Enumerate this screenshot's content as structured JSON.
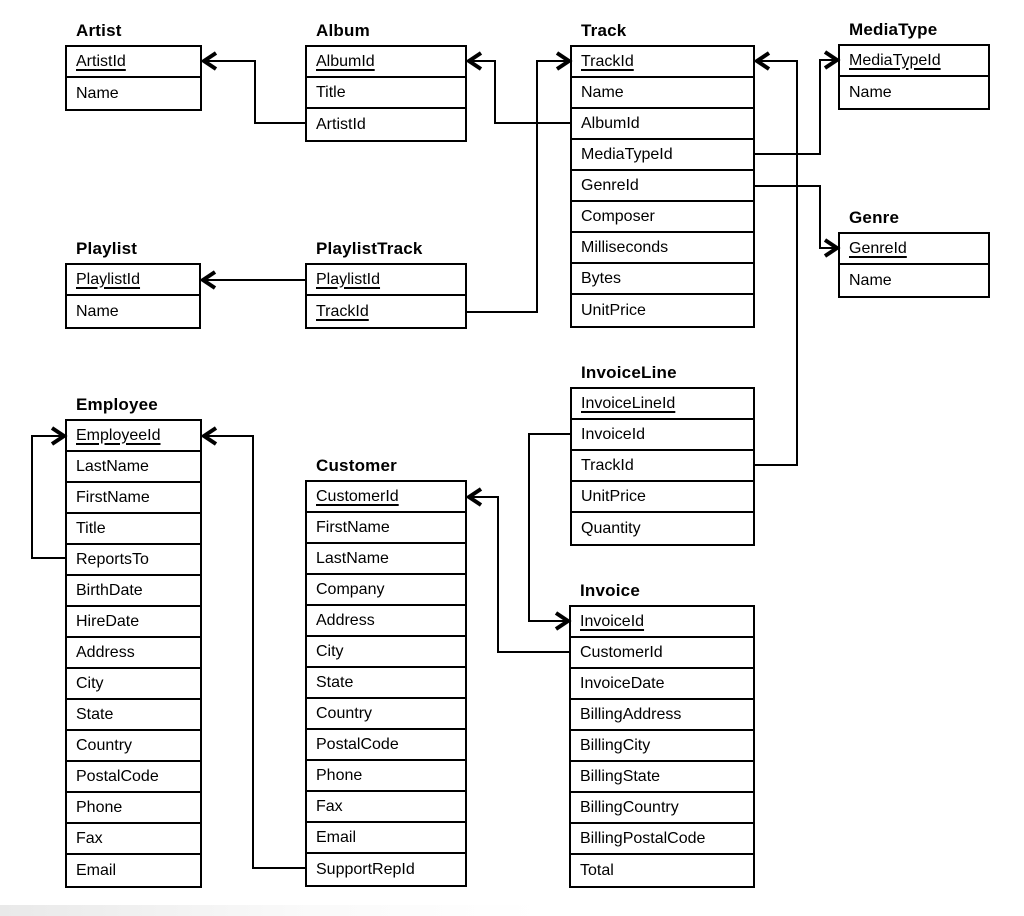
{
  "diagram": {
    "kind": "database-schema",
    "colors": {
      "line": "#000000",
      "text": "#000000",
      "background": "#ffffff",
      "border": "#000000"
    },
    "entities": [
      {
        "name": "Artist",
        "fields": [
          {
            "name": "ArtistId",
            "pk": true
          },
          {
            "name": "Name",
            "pk": false
          }
        ]
      },
      {
        "name": "Album",
        "fields": [
          {
            "name": "AlbumId",
            "pk": true
          },
          {
            "name": "Title",
            "pk": false
          },
          {
            "name": "ArtistId",
            "pk": false
          }
        ]
      },
      {
        "name": "Track",
        "fields": [
          {
            "name": "TrackId",
            "pk": true
          },
          {
            "name": "Name",
            "pk": false
          },
          {
            "name": "AlbumId",
            "pk": false
          },
          {
            "name": "MediaTypeId",
            "pk": false
          },
          {
            "name": "GenreId",
            "pk": false
          },
          {
            "name": "Composer",
            "pk": false
          },
          {
            "name": "Milliseconds",
            "pk": false
          },
          {
            "name": "Bytes",
            "pk": false
          },
          {
            "name": "UnitPrice",
            "pk": false
          }
        ]
      },
      {
        "name": "MediaType",
        "fields": [
          {
            "name": "MediaTypeId",
            "pk": true
          },
          {
            "name": "Name",
            "pk": false
          }
        ]
      },
      {
        "name": "Genre",
        "fields": [
          {
            "name": "GenreId",
            "pk": true
          },
          {
            "name": "Name",
            "pk": false
          }
        ]
      },
      {
        "name": "Playlist",
        "fields": [
          {
            "name": "PlaylistId",
            "pk": true
          },
          {
            "name": "Name",
            "pk": false
          }
        ]
      },
      {
        "name": "PlaylistTrack",
        "fields": [
          {
            "name": "PlaylistId",
            "pk": true
          },
          {
            "name": "TrackId",
            "pk": true
          }
        ]
      },
      {
        "name": "Employee",
        "fields": [
          {
            "name": "EmployeeId",
            "pk": true
          },
          {
            "name": "LastName",
            "pk": false
          },
          {
            "name": "FirstName",
            "pk": false
          },
          {
            "name": "Title",
            "pk": false
          },
          {
            "name": "ReportsTo",
            "pk": false
          },
          {
            "name": "BirthDate",
            "pk": false
          },
          {
            "name": "HireDate",
            "pk": false
          },
          {
            "name": "Address",
            "pk": false
          },
          {
            "name": "City",
            "pk": false
          },
          {
            "name": "State",
            "pk": false
          },
          {
            "name": "Country",
            "pk": false
          },
          {
            "name": "PostalCode",
            "pk": false
          },
          {
            "name": "Phone",
            "pk": false
          },
          {
            "name": "Fax",
            "pk": false
          },
          {
            "name": "Email",
            "pk": false
          }
        ]
      },
      {
        "name": "Customer",
        "fields": [
          {
            "name": "CustomerId",
            "pk": true
          },
          {
            "name": "FirstName",
            "pk": false
          },
          {
            "name": "LastName",
            "pk": false
          },
          {
            "name": "Company",
            "pk": false
          },
          {
            "name": "Address",
            "pk": false
          },
          {
            "name": "City",
            "pk": false
          },
          {
            "name": "State",
            "pk": false
          },
          {
            "name": "Country",
            "pk": false
          },
          {
            "name": "PostalCode",
            "pk": false
          },
          {
            "name": "Phone",
            "pk": false
          },
          {
            "name": "Fax",
            "pk": false
          },
          {
            "name": "Email",
            "pk": false
          },
          {
            "name": "SupportRepId",
            "pk": false
          }
        ]
      },
      {
        "name": "InvoiceLine",
        "fields": [
          {
            "name": "InvoiceLineId",
            "pk": true
          },
          {
            "name": "InvoiceId",
            "pk": false
          },
          {
            "name": "TrackId",
            "pk": false
          },
          {
            "name": "UnitPrice",
            "pk": false
          },
          {
            "name": "Quantity",
            "pk": false
          }
        ]
      },
      {
        "name": "Invoice",
        "fields": [
          {
            "name": "InvoiceId",
            "pk": true
          },
          {
            "name": "CustomerId",
            "pk": false
          },
          {
            "name": "InvoiceDate",
            "pk": false
          },
          {
            "name": "BillingAddress",
            "pk": false
          },
          {
            "name": "BillingCity",
            "pk": false
          },
          {
            "name": "BillingState",
            "pk": false
          },
          {
            "name": "BillingCountry",
            "pk": false
          },
          {
            "name": "BillingPostalCode",
            "pk": false
          },
          {
            "name": "Total",
            "pk": false
          }
        ]
      }
    ],
    "relationships": [
      {
        "from": "Album.ArtistId",
        "to": "Artist.ArtistId"
      },
      {
        "from": "Track.AlbumId",
        "to": "Album.AlbumId"
      },
      {
        "from": "PlaylistTrack.PlaylistId",
        "to": "Playlist.PlaylistId"
      },
      {
        "from": "PlaylistTrack.TrackId",
        "to": "Track.TrackId"
      },
      {
        "from": "Track.MediaTypeId",
        "to": "MediaType.MediaTypeId"
      },
      {
        "from": "Track.GenreId",
        "to": "Genre.GenreId"
      },
      {
        "from": "InvoiceLine.TrackId",
        "to": "Track.TrackId"
      },
      {
        "from": "InvoiceLine.InvoiceId",
        "to": "Invoice.InvoiceId"
      },
      {
        "from": "Invoice.CustomerId",
        "to": "Customer.CustomerId"
      },
      {
        "from": "Customer.SupportRepId",
        "to": "Employee.EmployeeId"
      },
      {
        "from": "Employee.ReportsTo",
        "to": "Employee.EmployeeId"
      }
    ]
  }
}
